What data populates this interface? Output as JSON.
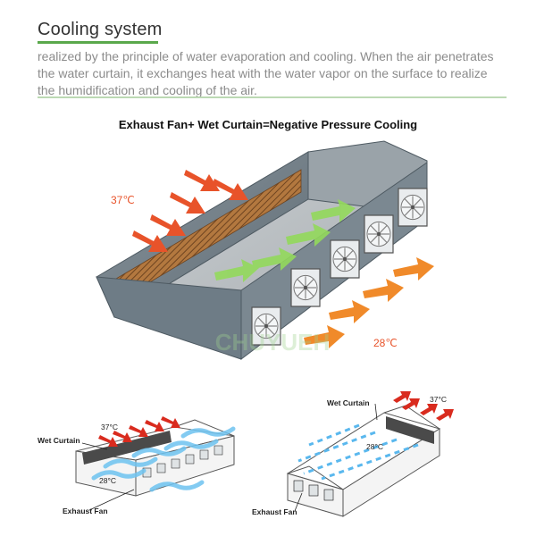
{
  "header": {
    "title": "Cooling system",
    "description": "realized by the principle of water evaporation and cooling. When the air penetrates the water curtain, it exchanges heat with the water vapor on the surface to realize the humidification and cooling of the air."
  },
  "main_diagram": {
    "heading": "Exhaust Fan+ Wet Curtain=Negative Pressure Cooling",
    "temp_in": "37℃",
    "temp_out": "28℃",
    "watermark": "CHUYUEH"
  },
  "left_diagram": {
    "temp_in": "37°C",
    "temp_out": "28°C",
    "label_curtain": "Wet Curtain",
    "label_fan": "Exhaust Fan"
  },
  "right_diagram": {
    "temp_in": "37°C",
    "temp_out": "28°C",
    "label_curtain": "Wet Curtain",
    "label_fan": "Exhaust Fan"
  },
  "colors": {
    "accent_green": "#5aa84b",
    "hot_arrow": "#e8532a",
    "warm_arrow": "#f08a2a",
    "cool_arrow": "#8fd45a",
    "cold_arrow": "#5ab8ee",
    "wall": "#6e7c86",
    "curtain": "#a4693a"
  }
}
